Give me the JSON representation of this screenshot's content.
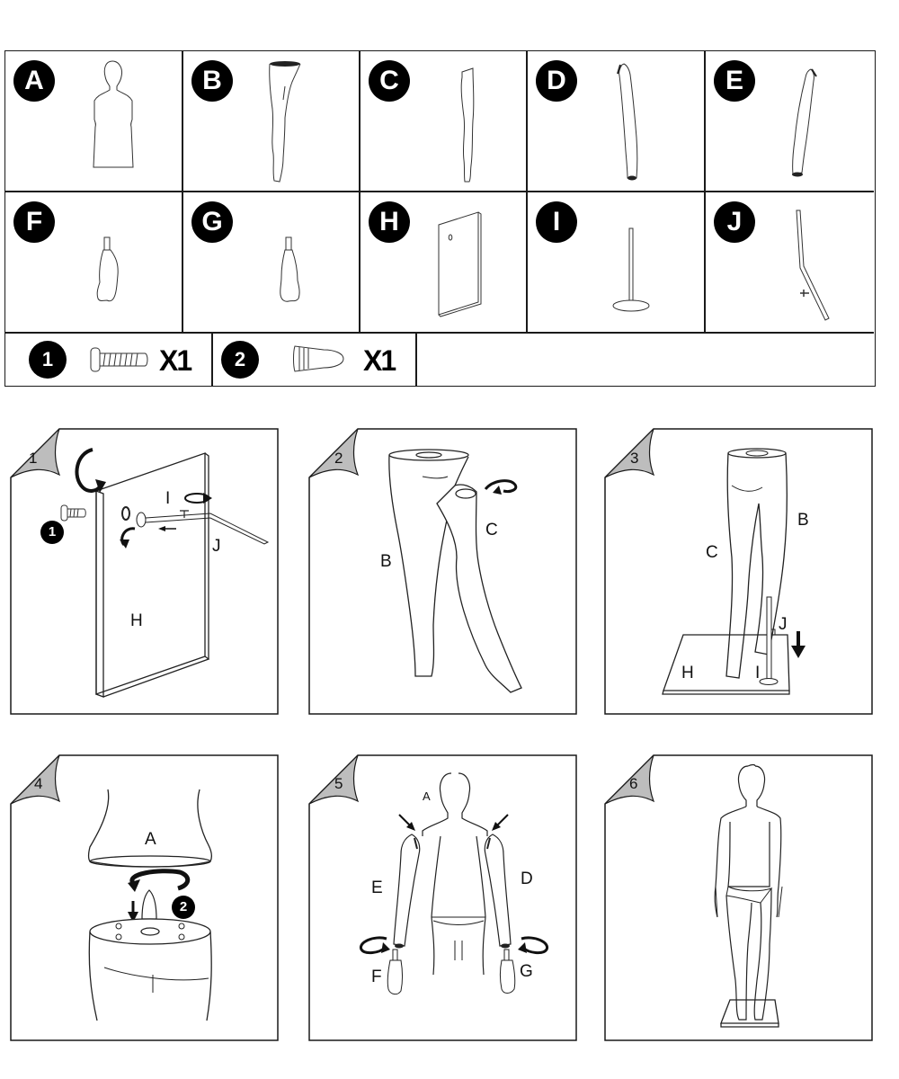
{
  "parts": [
    {
      "label": "A",
      "icon": "torso-icon"
    },
    {
      "label": "B",
      "icon": "right-leg-icon"
    },
    {
      "label": "C",
      "icon": "left-leg-icon"
    },
    {
      "label": "D",
      "icon": "left-arm-icon"
    },
    {
      "label": "E",
      "icon": "right-arm-icon"
    },
    {
      "label": "F",
      "icon": "right-hand-icon"
    },
    {
      "label": "G",
      "icon": "left-hand-icon"
    },
    {
      "label": "H",
      "icon": "base-plate-icon"
    },
    {
      "label": "I",
      "icon": "stand-pole-icon"
    },
    {
      "label": "J",
      "icon": "support-rod-icon"
    }
  ],
  "hardware": [
    {
      "label": "1",
      "qty": "X1",
      "icon": "screw-icon"
    },
    {
      "label": "2",
      "qty": "X1",
      "icon": "connector-icon"
    }
  ],
  "steps": [
    {
      "number": "1",
      "labels": {
        "i": "I",
        "j": "J",
        "h": "H",
        "badge": "1"
      }
    },
    {
      "number": "2",
      "labels": {
        "b": "B",
        "c": "C"
      }
    },
    {
      "number": "3",
      "labels": {
        "c": "C",
        "b": "B",
        "j": "J",
        "h": "H",
        "i": "I"
      }
    },
    {
      "number": "4",
      "labels": {
        "a": "A",
        "badge": "2"
      }
    },
    {
      "number": "5",
      "labels": {
        "a": "A",
        "e": "E",
        "d": "D",
        "f": "F",
        "g": "G"
      }
    },
    {
      "number": "6",
      "labels": {}
    }
  ]
}
